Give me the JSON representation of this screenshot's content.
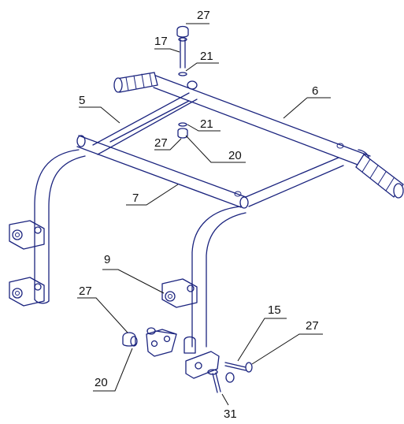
{
  "diagram": {
    "line_color": "#1a237e",
    "label_color": "#111111",
    "callouts": {
      "c27_top": "27",
      "c17": "17",
      "c21_top": "21",
      "c6": "6",
      "c5": "5",
      "c21_mid": "21",
      "c27_mid": "27",
      "c20_mid": "20",
      "c7": "7",
      "c9": "9",
      "c27_left": "27",
      "c15": "15",
      "c27_right": "27",
      "c20_bottom": "20",
      "c31": "31"
    }
  }
}
